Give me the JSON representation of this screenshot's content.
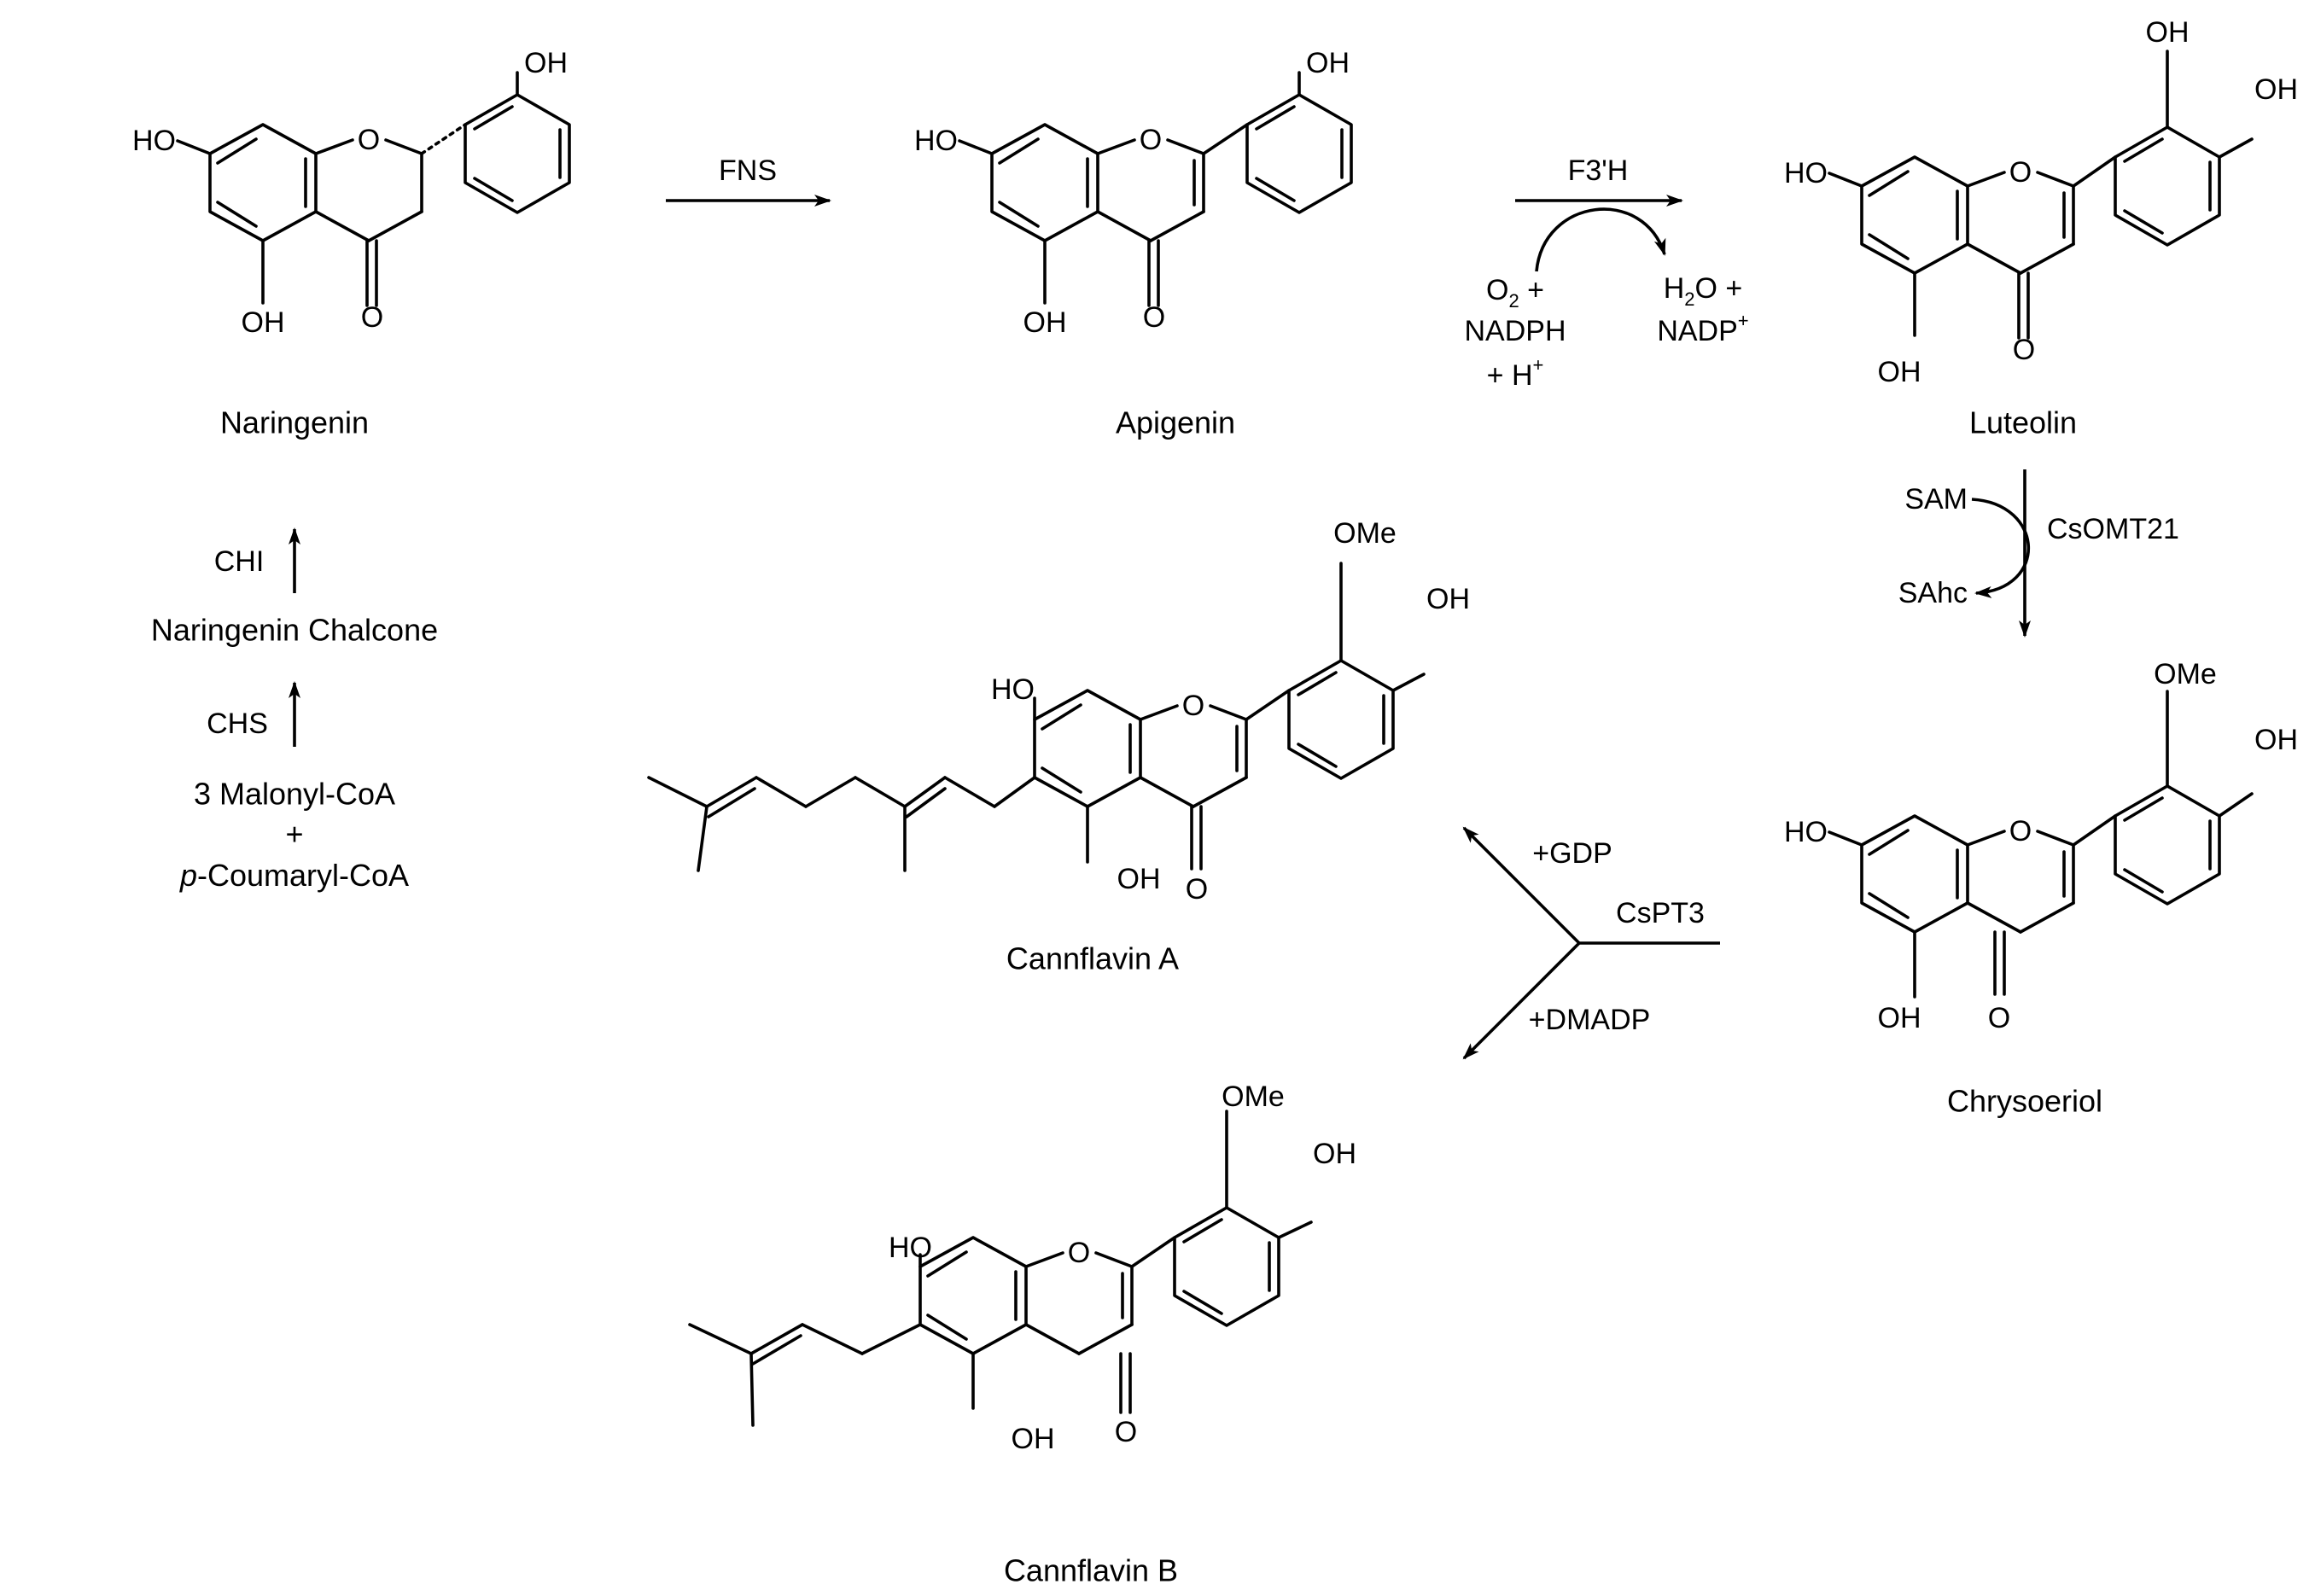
{
  "compounds": {
    "naringenin": "Naringenin",
    "apigenin": "Apigenin",
    "luteolin": "Luteolin",
    "chrysoeriol": "Chrysoeriol",
    "cannflavin_a": "Cannflavin A",
    "cannflavin_b": "Cannflavin B"
  },
  "atoms": {
    "oh": "OH",
    "ho": "HO",
    "o": "O",
    "ome": "OMe"
  },
  "enzymes": {
    "fns": "FNS",
    "f3h": "F3'H",
    "csomt21": "CsOMT21",
    "cspt3": "CsPT3",
    "chi": "CHI",
    "chs": "CHS"
  },
  "cofactors": {
    "o2": "O2 +",
    "nadph": "NADPH",
    "h_plus": "+ H+",
    "h2o": "H2O +",
    "nadp": "NADP+",
    "sam": "SAM",
    "sahc": "SAhc",
    "gdp": "+GDP",
    "dmadp": "+DMADP"
  },
  "precursors": {
    "chalcone": "Naringenin Chalcone",
    "malonyl": "3 Malonyl-CoA",
    "plus": "+",
    "coumaryl_prefix": "p",
    "coumaryl_rest": "-Coumaryl-CoA"
  }
}
